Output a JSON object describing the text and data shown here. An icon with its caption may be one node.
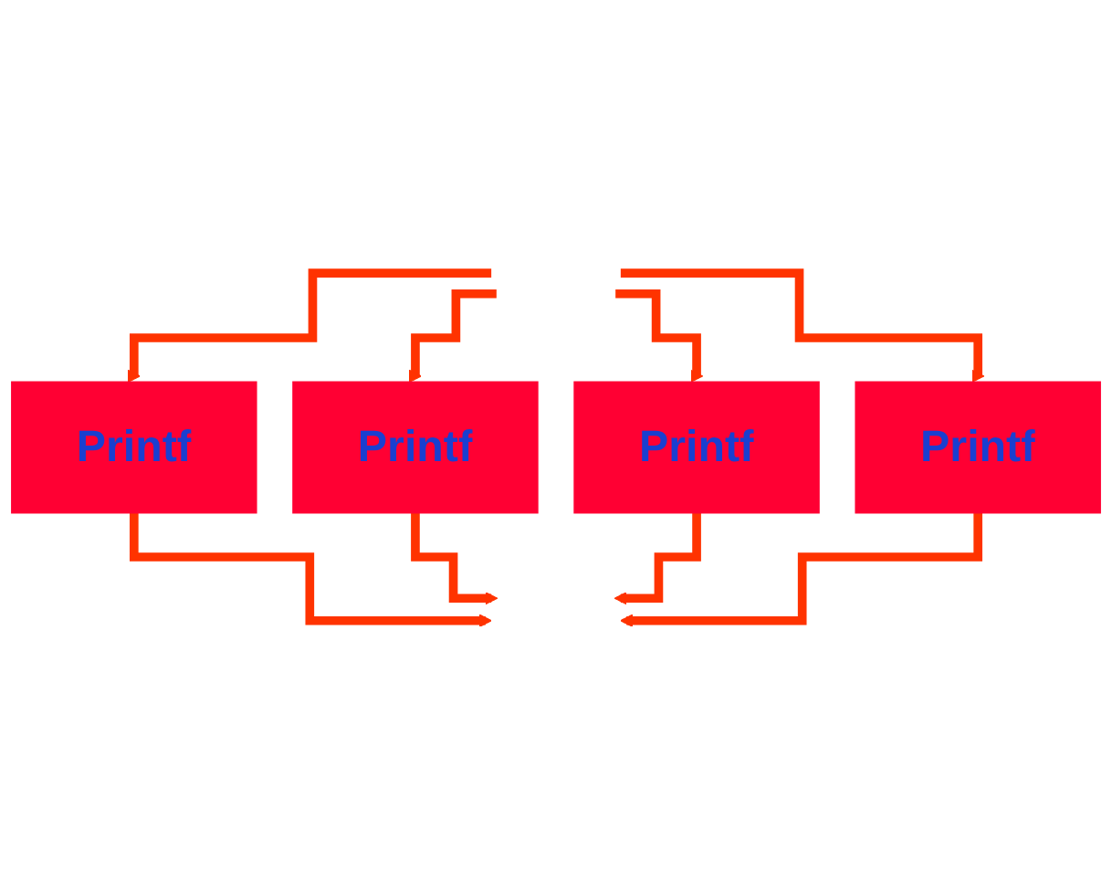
{
  "diagram": {
    "nodes": [
      {
        "text": [
          "Printf"
        ]
      },
      {
        "text": [
          "Printf"
        ]
      },
      {
        "text": [
          "Printf"
        ]
      },
      {
        "text": [
          "Printf"
        ]
      }
    ],
    "edges": [
      {
        "from": null,
        "to": 0,
        "arrow": "to"
      },
      {
        "from": null,
        "to": 1,
        "arrow": "to"
      },
      {
        "from": null,
        "to": 2,
        "arrow": "to"
      },
      {
        "from": null,
        "to": 3,
        "arrow": "to"
      },
      {
        "from": 0,
        "to": null,
        "arrow": "to"
      },
      {
        "from": 1,
        "to": null,
        "arrow": "to"
      },
      {
        "from": 2,
        "to": null,
        "arrow": "to"
      },
      {
        "from": 3,
        "to": null,
        "arrow": "to"
      }
    ]
  }
}
